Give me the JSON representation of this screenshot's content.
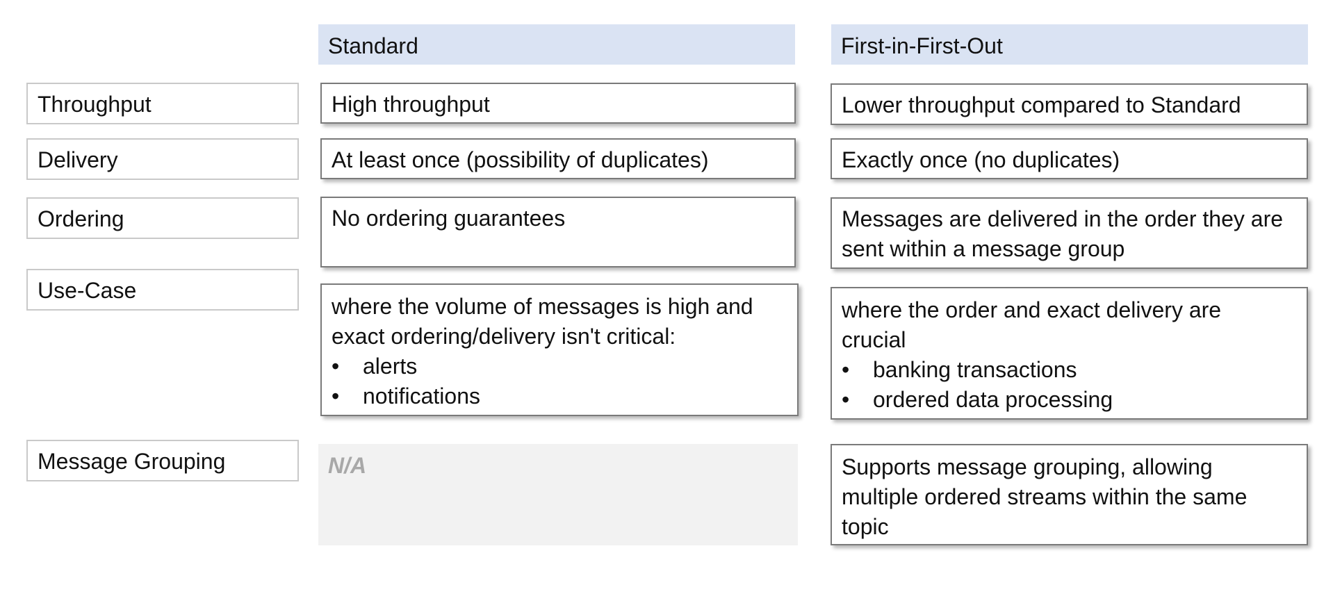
{
  "headers": {
    "standard": "Standard",
    "fifo": "First-in-First-Out"
  },
  "rows": {
    "throughput": {
      "label": "Throughput",
      "standard": "High throughput",
      "fifo": "Lower throughput compared to Standard"
    },
    "delivery": {
      "label": "Delivery",
      "standard": "At least once (possibility of duplicates)",
      "fifo": "Exactly once (no duplicates)"
    },
    "ordering": {
      "label": "Ordering",
      "standard": "No ordering guarantees",
      "fifo_line1": "Messages are delivered in the order they are",
      "fifo_line2": "sent within a message group"
    },
    "use_case": {
      "label": "Use-Case",
      "standard_line1": "where the volume of messages is high and",
      "standard_line2": "exact ordering/delivery isn't critical:",
      "standard_bullets": [
        "alerts",
        "notifications"
      ],
      "fifo_line1": "where the order and exact delivery are",
      "fifo_line2": "crucial",
      "fifo_bullets": [
        "banking transactions",
        "ordered data processing"
      ]
    },
    "message_grouping": {
      "label": "Message Grouping",
      "standard": "N/A",
      "fifo_line1": "Supports message grouping, allowing",
      "fifo_line2": "multiple ordered streams within the same",
      "fifo_line3": "topic"
    }
  },
  "bullet_glyph": "•"
}
